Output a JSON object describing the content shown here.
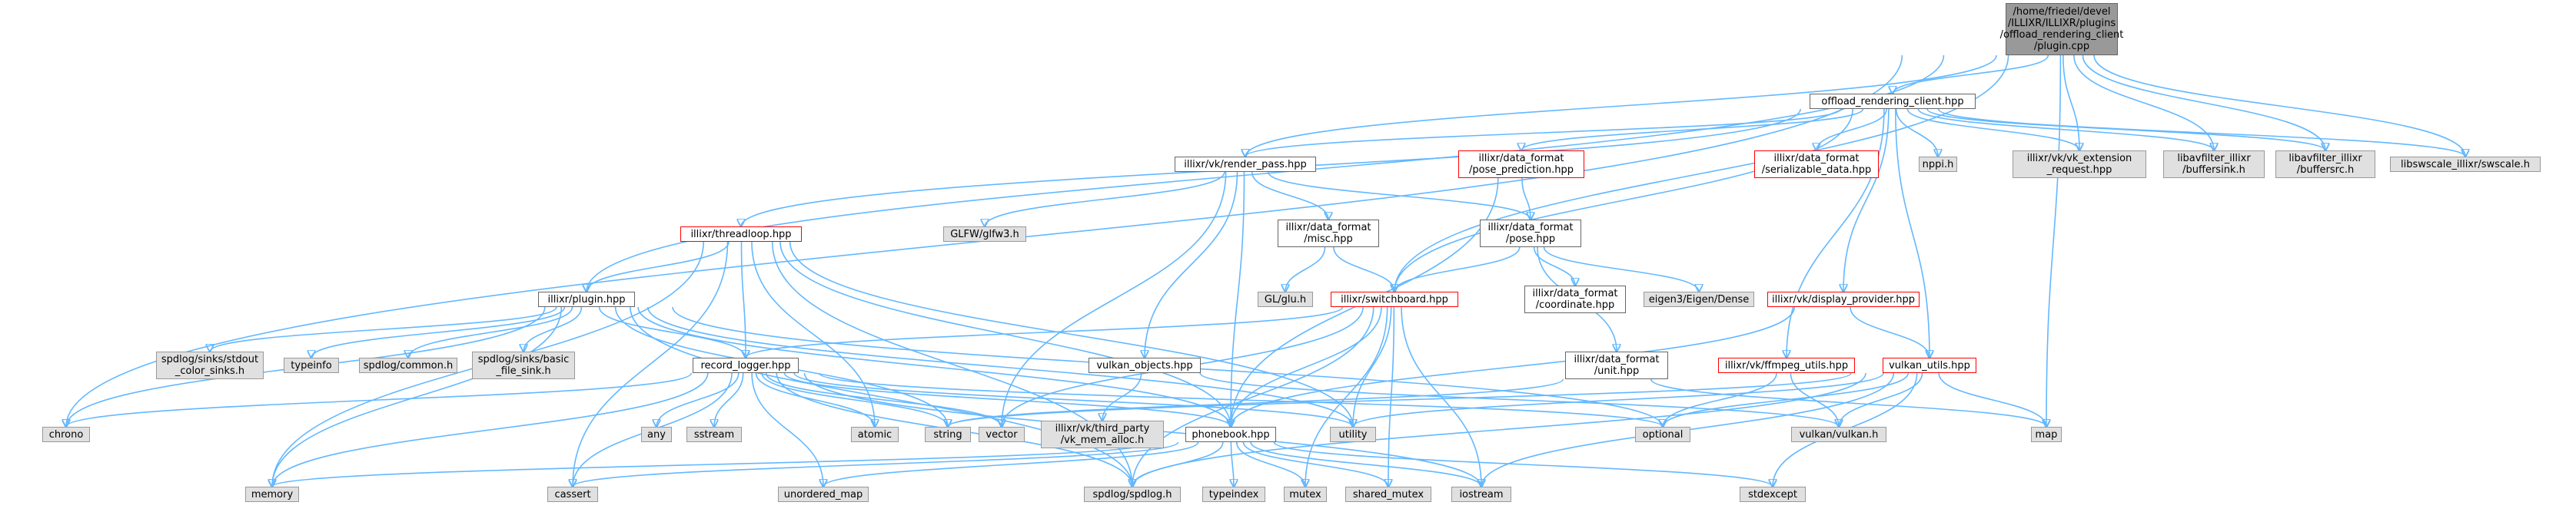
{
  "root": {
    "lines": [
      "/home/friedel/devel",
      "/ILLIXR/ILLIXR/plugins",
      "/offload_rendering_client",
      "/plugin.cpp"
    ]
  },
  "nodes": {
    "offload_client": {
      "lines": [
        "offload_rendering_client.hpp"
      ]
    },
    "render_pass": {
      "lines": [
        "illixr/vk/render_pass.hpp"
      ]
    },
    "pose_prediction": {
      "lines": [
        "illixr/data_format",
        "/pose_prediction.hpp"
      ]
    },
    "serializable": {
      "lines": [
        "illixr/data_format",
        "/serializable_data.hpp"
      ]
    },
    "nppi": {
      "lines": [
        "nppi.h"
      ]
    },
    "vk_ext": {
      "lines": [
        "illixr/vk/vk_extension",
        "_request.hpp"
      ]
    },
    "buffersink": {
      "lines": [
        "libavfilter_illixr",
        "/buffersink.h"
      ]
    },
    "buffersrc": {
      "lines": [
        "libavfilter_illixr",
        "/buffersrc.h"
      ]
    },
    "swscale": {
      "lines": [
        "libswscale_illixr/swscale.h"
      ]
    },
    "threadloop": {
      "lines": [
        "illixr/threadloop.hpp"
      ]
    },
    "glfw": {
      "lines": [
        "GLFW/glfw3.h"
      ]
    },
    "misc": {
      "lines": [
        "illixr/data_format",
        "/misc.hpp"
      ]
    },
    "pose": {
      "lines": [
        "illixr/data_format",
        "/pose.hpp"
      ]
    },
    "glu": {
      "lines": [
        "GL/glu.h"
      ]
    },
    "switchboard": {
      "lines": [
        "illixr/switchboard.hpp"
      ]
    },
    "coordinate": {
      "lines": [
        "illixr/data_format",
        "/coordinate.hpp"
      ]
    },
    "eigen": {
      "lines": [
        "eigen3/Eigen/Dense"
      ]
    },
    "display_provider": {
      "lines": [
        "illixr/vk/display_provider.hpp"
      ]
    },
    "plugin": {
      "lines": [
        "illixr/plugin.hpp"
      ]
    },
    "stdout_sinks": {
      "lines": [
        "spdlog/sinks/stdout",
        "_color_sinks.h"
      ]
    },
    "typeinfo": {
      "lines": [
        "typeinfo"
      ]
    },
    "spdlog_common": {
      "lines": [
        "spdlog/common.h"
      ]
    },
    "basic_file_sink": {
      "lines": [
        "spdlog/sinks/basic",
        "_file_sink.h"
      ]
    },
    "record_logger": {
      "lines": [
        "record_logger.hpp"
      ]
    },
    "vulkan_objects": {
      "lines": [
        "vulkan_objects.hpp"
      ]
    },
    "unit": {
      "lines": [
        "illixr/data_format",
        "/unit.hpp"
      ]
    },
    "ffmpeg_utils": {
      "lines": [
        "illixr/vk/ffmpeg_utils.hpp"
      ]
    },
    "vulkan_utils": {
      "lines": [
        "vulkan_utils.hpp"
      ]
    },
    "chrono": {
      "lines": [
        "chrono"
      ]
    },
    "any": {
      "lines": [
        "any"
      ]
    },
    "sstream": {
      "lines": [
        "sstream"
      ]
    },
    "atomic": {
      "lines": [
        "atomic"
      ]
    },
    "string": {
      "lines": [
        "string"
      ]
    },
    "vector": {
      "lines": [
        "vector"
      ]
    },
    "vk_mem_alloc": {
      "lines": [
        "illixr/vk/third_party",
        "/vk_mem_alloc.h"
      ]
    },
    "utility": {
      "lines": [
        "utility"
      ]
    },
    "optional": {
      "lines": [
        "optional"
      ]
    },
    "vulkan_h": {
      "lines": [
        "vulkan/vulkan.h"
      ]
    },
    "map": {
      "lines": [
        "map"
      ]
    },
    "phonebook": {
      "lines": [
        "phonebook.hpp"
      ]
    },
    "memory": {
      "lines": [
        "memory"
      ]
    },
    "cassert": {
      "lines": [
        "cassert"
      ]
    },
    "unordered_map": {
      "lines": [
        "unordered_map"
      ]
    },
    "spdlog": {
      "lines": [
        "spdlog/spdlog.h"
      ]
    },
    "typeindex": {
      "lines": [
        "typeindex"
      ]
    },
    "mutex": {
      "lines": [
        "mutex"
      ]
    },
    "shared_mutex": {
      "lines": [
        "shared_mutex"
      ]
    },
    "iostream": {
      "lines": [
        "iostream"
      ]
    },
    "stdexcept": {
      "lines": [
        "stdexcept"
      ]
    }
  },
  "edges": [
    [
      "root",
      "offload_client"
    ],
    [
      "root",
      "render_pass"
    ],
    [
      "root",
      "plugin"
    ],
    [
      "root",
      "switchboard"
    ],
    [
      "root",
      "vk_ext"
    ],
    [
      "root",
      "buffersink"
    ],
    [
      "root",
      "buffersrc"
    ],
    [
      "root",
      "swscale"
    ],
    [
      "root",
      "chrono"
    ],
    [
      "root",
      "map"
    ],
    [
      "offload_client",
      "render_pass"
    ],
    [
      "offload_client",
      "pose_prediction"
    ],
    [
      "offload_client",
      "serializable"
    ],
    [
      "offload_client",
      "nppi"
    ],
    [
      "offload_client",
      "vk_ext"
    ],
    [
      "offload_client",
      "buffersink"
    ],
    [
      "offload_client",
      "buffersrc"
    ],
    [
      "offload_client",
      "swscale"
    ],
    [
      "offload_client",
      "threadloop"
    ],
    [
      "offload_client",
      "switchboard"
    ],
    [
      "offload_client",
      "display_provider"
    ],
    [
      "offload_client",
      "ffmpeg_utils"
    ],
    [
      "offload_client",
      "vulkan_utils"
    ],
    [
      "render_pass",
      "glfw"
    ],
    [
      "render_pass",
      "misc"
    ],
    [
      "render_pass",
      "pose"
    ],
    [
      "render_pass",
      "vulkan_objects"
    ],
    [
      "render_pass",
      "phonebook"
    ],
    [
      "render_pass",
      "vector"
    ],
    [
      "pose_prediction",
      "pose"
    ],
    [
      "pose_prediction",
      "phonebook"
    ],
    [
      "misc",
      "glu"
    ],
    [
      "misc",
      "switchboard"
    ],
    [
      "pose",
      "switchboard"
    ],
    [
      "pose",
      "coordinate"
    ],
    [
      "pose",
      "eigen"
    ],
    [
      "pose",
      "unit"
    ],
    [
      "threadloop",
      "plugin"
    ],
    [
      "threadloop",
      "record_logger"
    ],
    [
      "threadloop",
      "phonebook"
    ],
    [
      "threadloop",
      "atomic"
    ],
    [
      "threadloop",
      "memory"
    ],
    [
      "threadloop",
      "cassert"
    ],
    [
      "threadloop",
      "utility"
    ],
    [
      "threadloop",
      "spdlog"
    ],
    [
      "switchboard",
      "record_logger"
    ],
    [
      "switchboard",
      "phonebook"
    ],
    [
      "switchboard",
      "utility"
    ],
    [
      "switchboard",
      "spdlog"
    ],
    [
      "switchboard",
      "iostream"
    ],
    [
      "switchboard",
      "mutex"
    ],
    [
      "switchboard",
      "shared_mutex"
    ],
    [
      "switchboard",
      "vector"
    ],
    [
      "display_provider",
      "vulkan_utils"
    ],
    [
      "display_provider",
      "phonebook"
    ],
    [
      "plugin",
      "stdout_sinks"
    ],
    [
      "plugin",
      "typeinfo"
    ],
    [
      "plugin",
      "spdlog_common"
    ],
    [
      "plugin",
      "basic_file_sink"
    ],
    [
      "plugin",
      "record_logger"
    ],
    [
      "plugin",
      "phonebook"
    ],
    [
      "plugin",
      "chrono"
    ],
    [
      "plugin",
      "memory"
    ],
    [
      "plugin",
      "string"
    ],
    [
      "plugin",
      "spdlog"
    ],
    [
      "plugin",
      "optional"
    ],
    [
      "plugin",
      "utility"
    ],
    [
      "record_logger",
      "chrono"
    ],
    [
      "record_logger",
      "any"
    ],
    [
      "record_logger",
      "sstream"
    ],
    [
      "record_logger",
      "atomic"
    ],
    [
      "record_logger",
      "string"
    ],
    [
      "record_logger",
      "vector"
    ],
    [
      "record_logger",
      "phonebook"
    ],
    [
      "record_logger",
      "memory"
    ],
    [
      "record_logger",
      "cassert"
    ],
    [
      "record_logger",
      "unordered_map"
    ],
    [
      "record_logger",
      "spdlog"
    ],
    [
      "record_logger",
      "utility"
    ],
    [
      "record_logger",
      "optional"
    ],
    [
      "record_logger",
      "iostream"
    ],
    [
      "vulkan_objects",
      "vk_mem_alloc"
    ],
    [
      "vulkan_objects",
      "vulkan_h"
    ],
    [
      "unit",
      "string"
    ],
    [
      "unit",
      "map"
    ],
    [
      "ffmpeg_utils",
      "vulkan_h"
    ],
    [
      "ffmpeg_utils",
      "optional"
    ],
    [
      "vulkan_utils",
      "map"
    ],
    [
      "vulkan_utils",
      "vulkan_h"
    ],
    [
      "vulkan_utils",
      "optional"
    ],
    [
      "vulkan_utils",
      "utility"
    ],
    [
      "vulkan_utils",
      "iostream"
    ],
    [
      "vulkan_utils",
      "spdlog"
    ],
    [
      "vulkan_utils",
      "stdexcept"
    ],
    [
      "vulkan_utils",
      "string"
    ],
    [
      "phonebook",
      "memory"
    ],
    [
      "phonebook",
      "cassert"
    ],
    [
      "phonebook",
      "unordered_map"
    ],
    [
      "phonebook",
      "spdlog"
    ],
    [
      "phonebook",
      "typeindex"
    ],
    [
      "phonebook",
      "mutex"
    ],
    [
      "phonebook",
      "shared_mutex"
    ],
    [
      "phonebook",
      "iostream"
    ],
    [
      "phonebook",
      "stdexcept"
    ]
  ]
}
